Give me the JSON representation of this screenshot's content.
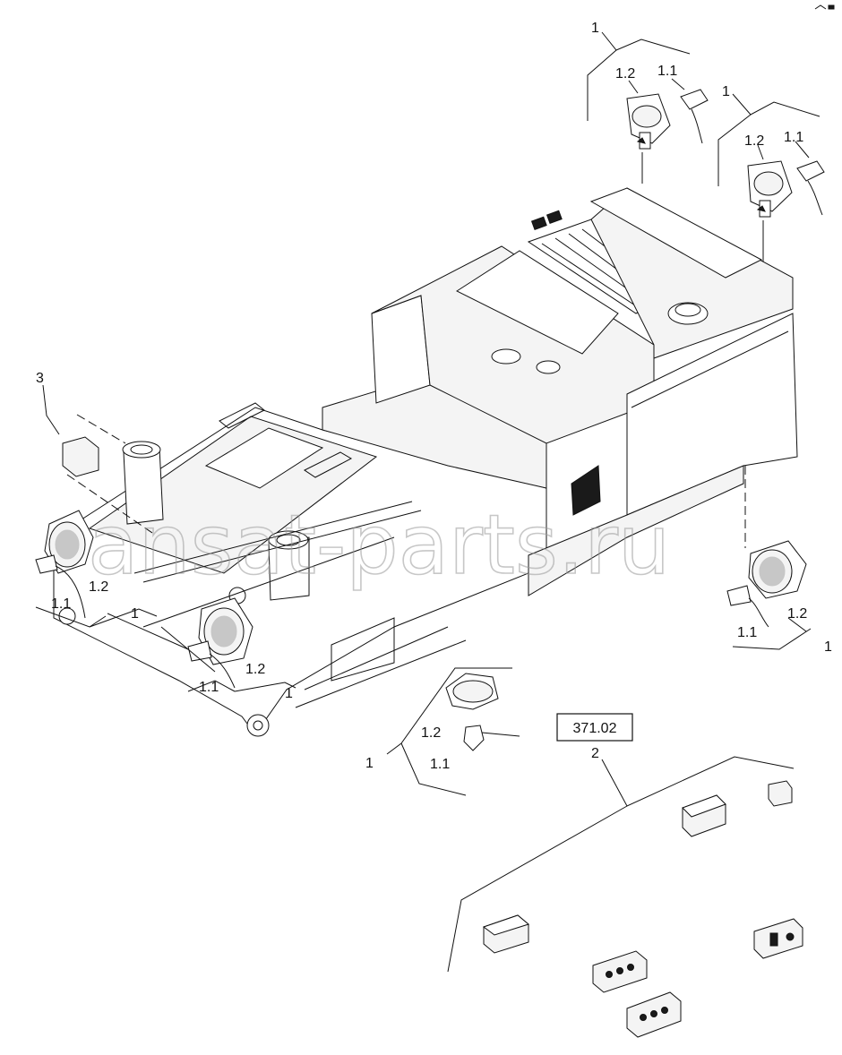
{
  "watermark": "ansat-parts.ru",
  "ref_box": "371.02",
  "labels": {
    "top_1": "1",
    "top_1_2": "1.2",
    "top_1_1": "1.1",
    "tr_1": "1",
    "tr_1_2": "1.2",
    "tr_1_1": "1.1",
    "left_3": "3",
    "left_1_1": "1.1",
    "left_1_2": "1.2",
    "left_1": "1",
    "mid_1_2": "1.2",
    "mid_1_1": "1.1",
    "mid_1": "1",
    "right_1_2": "1.2",
    "right_1_1": "1.1",
    "right_1": "1",
    "bottom_1_2": "1.2",
    "bottom_1_1": "1.1",
    "bottom_1": "1",
    "switch_group_2": "2"
  }
}
